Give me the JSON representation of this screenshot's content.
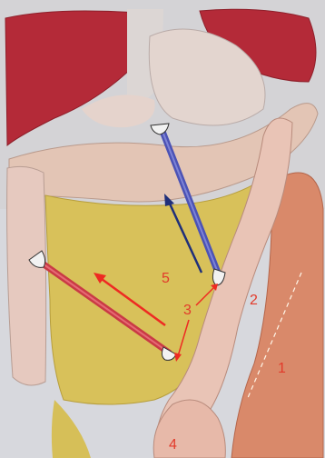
{
  "labels": {
    "one": "1",
    "two": "2",
    "three": "3",
    "four": "4",
    "five": "5"
  },
  "colors": {
    "label_red": "#e23a2a",
    "arrow_red": "#ee2a22",
    "arrow_blue": "#1f2f7a",
    "instrument_blue": "#4b52b5",
    "instrument_red": "#c93a45",
    "liver": "#b42a38",
    "yellow_area": "#d8c15a"
  },
  "icons": {
    "instrument_1": "blue-laparoscopic-instrument-icon",
    "instrument_2": "red-laparoscopic-instrument-icon"
  }
}
